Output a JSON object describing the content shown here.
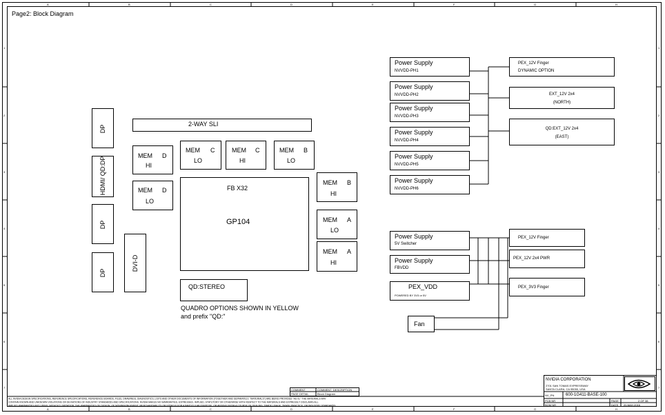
{
  "page_title": "Page2: Block Diagram",
  "frame": {
    "top_ticks": [
      "A",
      "B",
      "C",
      "D",
      "E",
      "F",
      "G",
      "H"
    ],
    "bottom_ticks": [
      "A",
      "B",
      "C",
      "D",
      "E",
      "F",
      "G",
      "H"
    ],
    "left_ticks": [
      "1",
      "2",
      "3",
      "4",
      "5",
      "6",
      "7"
    ],
    "right_ticks": [
      "1",
      "2",
      "3",
      "4",
      "5",
      "6",
      "7"
    ]
  },
  "connectors": {
    "dp1": "DP",
    "hdmi": "HDMI/ QD:DP",
    "dp2": "DP",
    "dp3": "DP",
    "dvi": "DVI-D"
  },
  "sli": "2-WAY SLI",
  "mem": {
    "d_hi": [
      "MEM",
      "D",
      "HI"
    ],
    "d_lo": [
      "MEM",
      "D",
      "LO"
    ],
    "c_lo": [
      "MEM",
      "C",
      "LO"
    ],
    "c_hi": [
      "MEM",
      "C",
      "HI"
    ],
    "b_lo": [
      "MEM",
      "B",
      "LO"
    ],
    "b_hi": [
      "MEM",
      "B",
      "HI"
    ],
    "a_lo": [
      "MEM",
      "A",
      "LO"
    ],
    "a_hi": [
      "MEM",
      "A",
      "HI"
    ]
  },
  "gpu": {
    "fb": "FB X32",
    "name": "GP104"
  },
  "qd_stereo": "QD:STEREO",
  "note": [
    "QUADRO OPTIONS SHOWN IN YELLOW",
    "and prefix \"QD:\""
  ],
  "power_phases": [
    {
      "title": "Power Supply",
      "sub": "NVVDD-PH1"
    },
    {
      "title": "Power Supply",
      "sub": "NVVDD-PH2"
    },
    {
      "title": "Power Supply",
      "sub": "NVVDD-PH3"
    },
    {
      "title": "Power Supply",
      "sub": "NVVDD-PH4"
    },
    {
      "title": "Power Supply",
      "sub": "NVVDD-PH5"
    },
    {
      "title": "Power Supply",
      "sub": "NVVDD-PH6"
    }
  ],
  "power_inputs": [
    {
      "title": "PEX_12V Finger",
      "sub": "DYNAMIC OPTION"
    },
    {
      "title": "EXT_12V 2x4",
      "sub": "(NORTH)"
    },
    {
      "title": "QD:EXT_12V 2x4",
      "sub": "(EAST)"
    }
  ],
  "lower_supplies": [
    {
      "title": "Power Supply",
      "sub": "5V Switcher"
    },
    {
      "title": "Power Supply",
      "sub": "FBVDD"
    },
    {
      "title": "PEX_VDD",
      "sub": "POWERED BY 3V3 or 5V"
    }
  ],
  "fan": "Fan",
  "lower_inputs": [
    "PEX_12V Finger",
    "PEX_12V 2x4 PWR",
    "PEX_3V3 Finger"
  ],
  "title_block": {
    "company": "NVIDIA CORPORATION",
    "address": [
      "2701 SAN TOMAS EXPRESSWAY",
      "SANTA CLARA, CA 95050, USA"
    ],
    "part_label": "NV_PN",
    "part_number": "600-1G411-BASE-100",
    "comment_label": "COMMENT",
    "comment_value": "COMMENT_DESCRIPTION",
    "page_detail_label": "PAGE DETAIL",
    "page_detail_value": "Block Diagram",
    "pcb_label": "PCB NR",
    "bom_label": "BOM NR",
    "page_label": "PAGE",
    "date_label": "DATE",
    "page_value": "2 OF 38",
    "date_value": "20-MAY-2016"
  },
  "disclaimer": [
    "ALL NVIDIA DESIGN SPECIFICATIONS, REFERENCE SPECIFICATIONS, REFERENCE BOARDS, FILES, DRAWINGS, DIAGNOSTICS, LISTS AND OTHER DOCUMENTS OF INFORMATION (TOGETHER AND SEPARATELY, \"MATERIALS\") ARE BEING PROVIDED \"AS IS.\" THE MATERIALS MAY",
    "CONTAIN KNOWN AND UNKNOWN VIOLATIONS OR DEVIATIONS OF INDUSTRY STANDARDS AND SPECIFICATIONS. NVIDIA MAKES NO WARRANTIES, EXPRESSED, IMPLIED, STATUTORY OR OTHERWISE WITH RESPECT TO THE MATERIALS AND EXPRESSLY DISCLAIMS ALL",
    "IMPLIED WARRANTIES INCLUDING, WITHOUT LIMITATION, THE WARRANTIES OF DESIGN, OF NONINFRINGEMENT, MERCHANTABILITY OR FITNESS FOR A PARTICULAR PURPOSE, OR ARISING FROM A COURSE OF DEALING, TRADE USAGE, TRADE PRACTICE, OR INDUSTRY STANDARDS."
  ]
}
